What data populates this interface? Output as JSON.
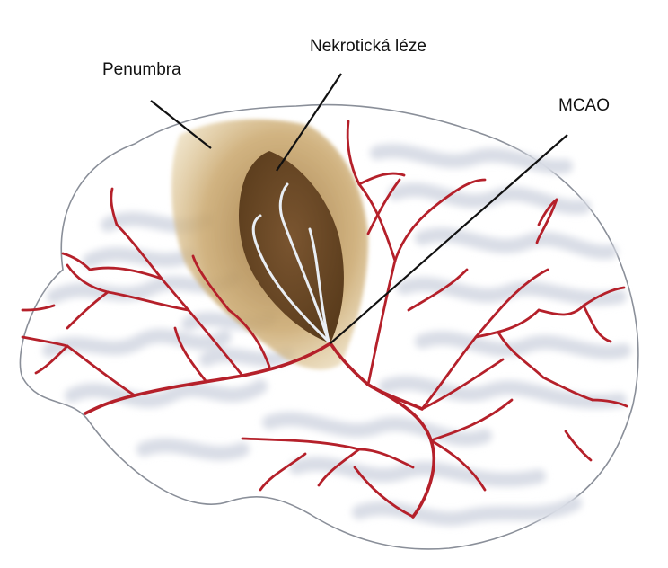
{
  "labels": {
    "penumbra": "Penumbra",
    "necrotic_lesion": "Nekrotická léze",
    "mcao": "MCAO"
  },
  "colors": {
    "artery": "#b5202a",
    "penumbra": "#c9a66b",
    "necrotic_core": "#6b4a26",
    "brain_outline": "#8a8f99",
    "gyri": "#d9dde6",
    "text": "#111111"
  }
}
